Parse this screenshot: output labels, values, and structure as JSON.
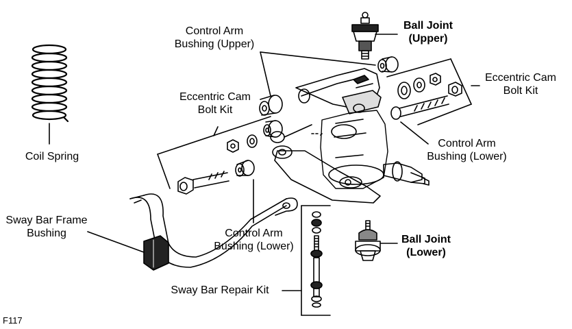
{
  "labels": {
    "coil_spring": "Coil Spring",
    "control_arm_bushing_upper": [
      "Control Arm",
      "Bushing (Upper)"
    ],
    "ball_joint_upper": [
      "Ball Joint",
      "(Upper)"
    ],
    "eccentric_cam_right": [
      "Eccentric Cam",
      "Bolt Kit"
    ],
    "eccentric_cam_left": [
      "Eccentric Cam",
      "Bolt Kit"
    ],
    "control_arm_bushing_lower_right": [
      "Control Arm",
      "Bushing (Lower)"
    ],
    "control_arm_bushing_lower_left": [
      "Control Arm",
      "Bushing (Lower)"
    ],
    "sway_bar_frame_bushing": [
      "Sway Bar Frame",
      "Bushing"
    ],
    "ball_joint_lower": [
      "Ball Joint",
      "(Lower)"
    ],
    "sway_bar_repair_kit": "Sway Bar Repair Kit",
    "figure_id": "F117"
  }
}
